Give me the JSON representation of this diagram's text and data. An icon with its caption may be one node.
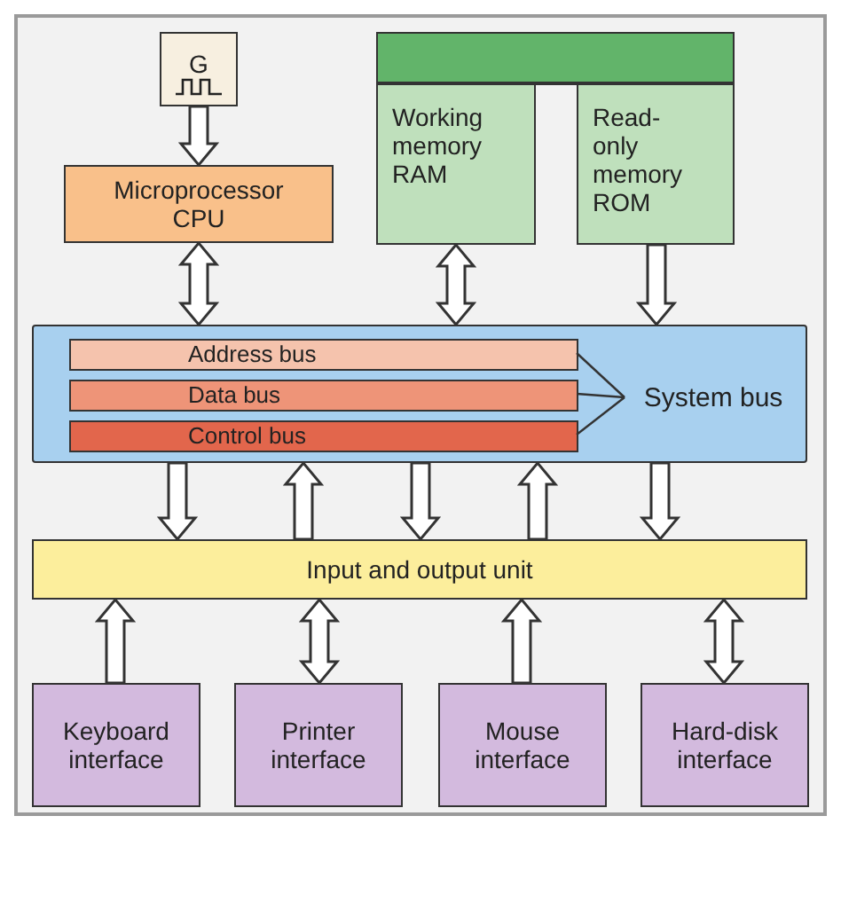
{
  "diagram": {
    "nodes": [
      {
        "text": [
          "G"
        ]
      },
      {
        "text": [
          "Microprocessor CPU"
        ]
      },
      {
        "text": [],
        "shape": "bar"
      },
      {
        "text": [
          "Working memory RAM"
        ]
      },
      {
        "text": [
          "Read-only memory ROM"
        ]
      },
      {
        "text": [],
        "shape": "box"
      },
      {
        "text": [
          "Address bus"
        ],
        "in": 5
      },
      {
        "text": [
          "Data bus"
        ],
        "in": 5
      },
      {
        "text": [
          "Control bus"
        ],
        "in": 5
      },
      {
        "text": [
          "System bus"
        ],
        "in": 5
      },
      {
        "text": [
          "Input and output unit"
        ]
      },
      {
        "text": [
          "Keyboard interface"
        ]
      },
      {
        "text": [
          "Printer interface"
        ]
      },
      {
        "text": [
          "Mouse interface"
        ]
      },
      {
        "text": [
          "Hard-disk interface"
        ]
      }
    ],
    "edges": [
      {
        "from": 0,
        "to": 1,
        "arrow": "to",
        "style": "thick"
      },
      {
        "from": 1,
        "to": 5,
        "arrow": "both",
        "style": "thick"
      },
      {
        "from": 3,
        "to": 5,
        "arrow": "both",
        "style": "thick"
      },
      {
        "from": 4,
        "to": 5,
        "arrow": "to",
        "style": "thick"
      },
      {
        "from": 6,
        "to": 9,
        "arrow": "none"
      },
      {
        "from": 7,
        "to": 9,
        "arrow": "none"
      },
      {
        "from": 8,
        "to": 9,
        "arrow": "none"
      },
      {
        "from": 5,
        "to": 10,
        "arrow": "to",
        "style": "thick"
      },
      {
        "from": 10,
        "to": 5,
        "arrow": "to",
        "style": "thick"
      },
      {
        "from": 5,
        "to": 10,
        "arrow": "to",
        "style": "thick"
      },
      {
        "from": 10,
        "to": 5,
        "arrow": "to",
        "style": "thick"
      },
      {
        "from": 5,
        "to": 10,
        "arrow": "to",
        "style": "thick"
      },
      {
        "from": 11,
        "to": 10,
        "arrow": "to",
        "style": "thick"
      },
      {
        "from": 12,
        "to": 10,
        "arrow": "both",
        "style": "thick"
      },
      {
        "from": 13,
        "to": 10,
        "arrow": "to",
        "style": "thick"
      },
      {
        "from": 14,
        "to": 10,
        "arrow": "both",
        "style": "thick"
      }
    ]
  }
}
